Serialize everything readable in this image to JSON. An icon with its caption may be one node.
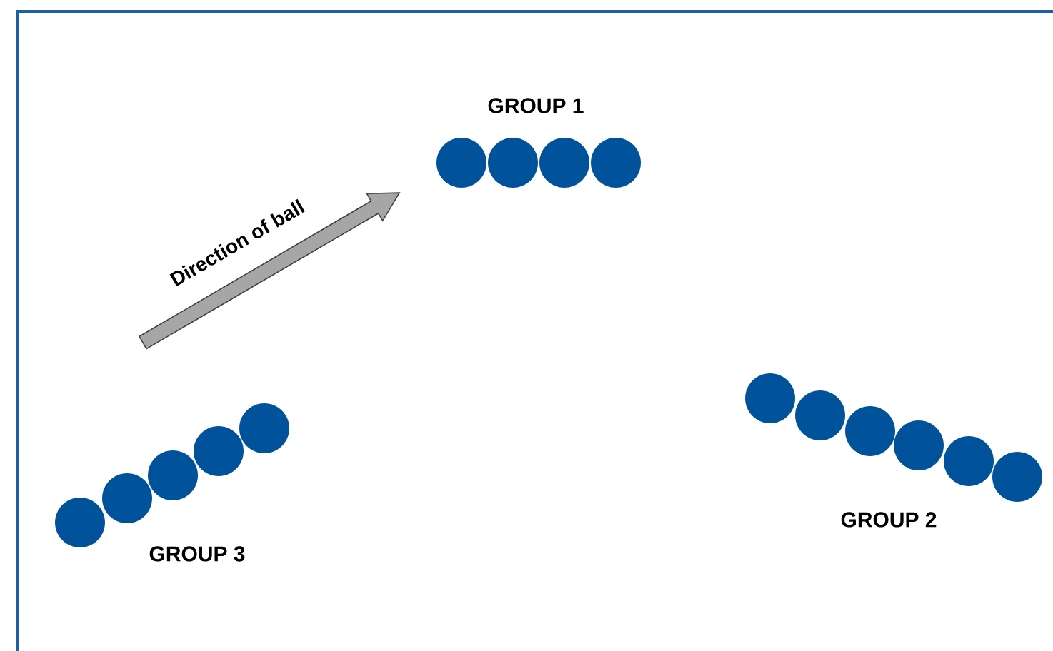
{
  "diagram": {
    "labels": [
      "GROUP 1",
      "Direction of ball",
      "GROUP 3",
      "GROUP 2"
    ]
  }
}
